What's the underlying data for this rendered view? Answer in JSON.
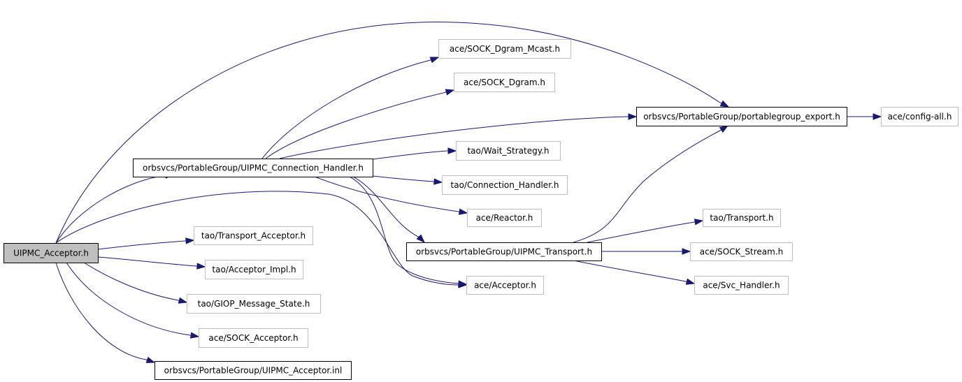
{
  "colors": {
    "edge": "#191970",
    "root_fill": "#bfbfbf",
    "node_fill": "#ffffff",
    "documented_border": "#000000",
    "external_border": "#bfbfbf"
  },
  "nodes": {
    "root": {
      "label": "UIPMC_Acceptor.h",
      "kind": "root"
    },
    "conn_handler": {
      "label": "orbsvcs/PortableGroup/UIPMC_Connection_Handler.h",
      "kind": "documented"
    },
    "pg_export": {
      "label": "orbsvcs/PortableGroup/portablegroup_export.h",
      "kind": "documented"
    },
    "config_all": {
      "label": "ace/config-all.h",
      "kind": "external"
    },
    "dgram_mcast": {
      "label": "ace/SOCK_Dgram_Mcast.h",
      "kind": "external"
    },
    "dgram": {
      "label": "ace/SOCK_Dgram.h",
      "kind": "external"
    },
    "wait_strategy": {
      "label": "tao/Wait_Strategy.h",
      "kind": "external"
    },
    "tao_conn_handler": {
      "label": "tao/Connection_Handler.h",
      "kind": "external"
    },
    "reactor": {
      "label": "ace/Reactor.h",
      "kind": "external"
    },
    "uipmc_transport": {
      "label": "orbsvcs/PortableGroup/UIPMC_Transport.h",
      "kind": "documented"
    },
    "tao_transport": {
      "label": "tao/Transport.h",
      "kind": "external"
    },
    "sock_stream": {
      "label": "ace/SOCK_Stream.h",
      "kind": "external"
    },
    "svc_handler": {
      "label": "ace/Svc_Handler.h",
      "kind": "external"
    },
    "ace_acceptor": {
      "label": "ace/Acceptor.h",
      "kind": "external"
    },
    "transport_acceptor": {
      "label": "tao/Transport_Acceptor.h",
      "kind": "external"
    },
    "acceptor_impl": {
      "label": "tao/Acceptor_Impl.h",
      "kind": "external"
    },
    "giop_state": {
      "label": "tao/GIOP_Message_State.h",
      "kind": "external"
    },
    "sock_acceptor": {
      "label": "ace/SOCK_Acceptor.h",
      "kind": "external"
    },
    "acceptor_inl": {
      "label": "orbsvcs/PortableGroup/UIPMC_Acceptor.inl",
      "kind": "documented"
    }
  },
  "edges": [
    {
      "from": "root",
      "to": "pg_export"
    },
    {
      "from": "root",
      "to": "conn_handler"
    },
    {
      "from": "root",
      "to": "ace_acceptor"
    },
    {
      "from": "root",
      "to": "transport_acceptor"
    },
    {
      "from": "root",
      "to": "acceptor_impl"
    },
    {
      "from": "root",
      "to": "giop_state"
    },
    {
      "from": "root",
      "to": "sock_acceptor"
    },
    {
      "from": "root",
      "to": "acceptor_inl"
    },
    {
      "from": "conn_handler",
      "to": "dgram_mcast"
    },
    {
      "from": "conn_handler",
      "to": "dgram"
    },
    {
      "from": "conn_handler",
      "to": "pg_export"
    },
    {
      "from": "conn_handler",
      "to": "wait_strategy"
    },
    {
      "from": "conn_handler",
      "to": "tao_conn_handler"
    },
    {
      "from": "conn_handler",
      "to": "reactor"
    },
    {
      "from": "conn_handler",
      "to": "uipmc_transport"
    },
    {
      "from": "conn_handler",
      "to": "ace_acceptor"
    },
    {
      "from": "pg_export",
      "to": "config_all"
    },
    {
      "from": "uipmc_transport",
      "to": "pg_export"
    },
    {
      "from": "uipmc_transport",
      "to": "tao_transport"
    },
    {
      "from": "uipmc_transport",
      "to": "sock_stream"
    },
    {
      "from": "uipmc_transport",
      "to": "svc_handler"
    }
  ]
}
